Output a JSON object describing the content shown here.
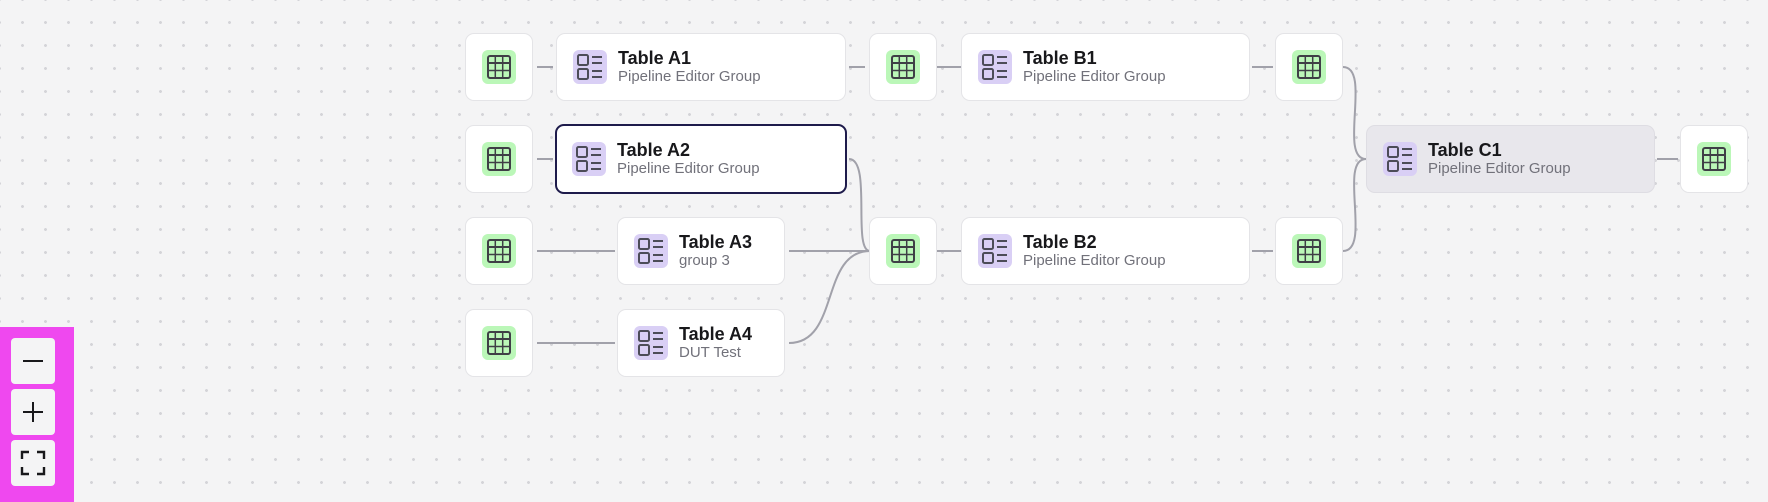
{
  "nodes": {
    "a1": {
      "title": "Table A1",
      "subtitle": "Pipeline Editor Group"
    },
    "a2": {
      "title": "Table A2",
      "subtitle": "Pipeline Editor Group"
    },
    "a3": {
      "title": "Table A3",
      "subtitle": "group 3"
    },
    "a4": {
      "title": "Table A4",
      "subtitle": "DUT Test"
    },
    "b1": {
      "title": "Table B1",
      "subtitle": "Pipeline Editor Group"
    },
    "b2": {
      "title": "Table B2",
      "subtitle": "Pipeline Editor Group"
    },
    "c1": {
      "title": "Table C1",
      "subtitle": "Pipeline Editor Group"
    }
  },
  "selected_node": "Table A2",
  "icons": {
    "table": "table-grid-icon",
    "group": "list-group-icon"
  },
  "zoom_controls": [
    "zoom-out",
    "zoom-in",
    "fit-view"
  ],
  "colors": {
    "table_tile": "#bbf7b8",
    "group_tile": "#d9cff5",
    "selection_border": "#1e1b4b",
    "highlight": "#ef48ef"
  }
}
